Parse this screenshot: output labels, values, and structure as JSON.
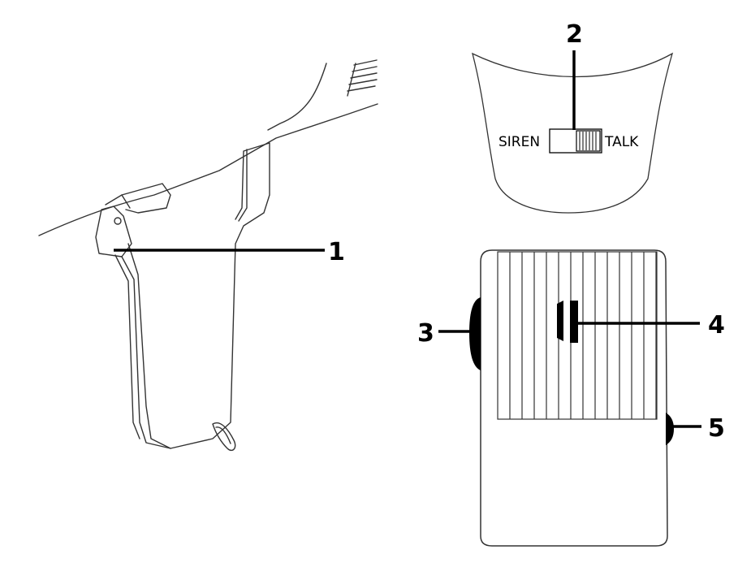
{
  "callouts": {
    "c1": "1",
    "c2": "2",
    "c3": "3",
    "c4": "4",
    "c5": "5"
  },
  "switch": {
    "left_label": "SIREN",
    "right_label": "TALK"
  },
  "colors": {
    "line": "#000000",
    "thin_line": "#333333",
    "background": "#ffffff"
  }
}
